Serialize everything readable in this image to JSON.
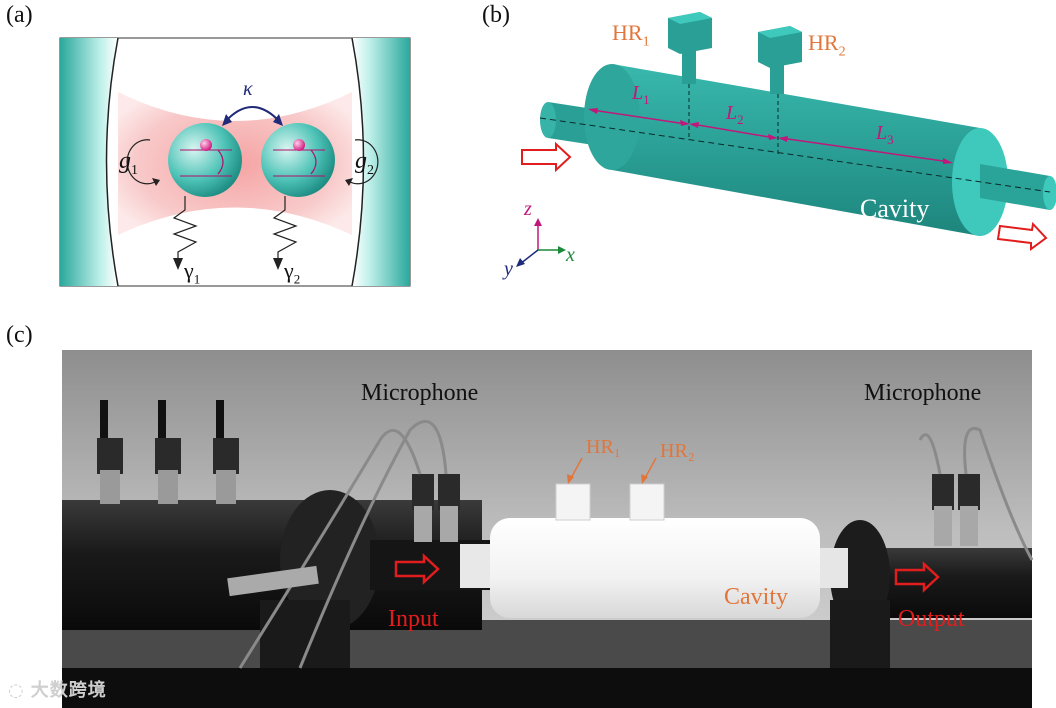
{
  "panel_a": {
    "label": "(a)",
    "kappa": "κ",
    "g1": "g",
    "g1_sub": "1",
    "g2": "g",
    "g2_sub": "2",
    "gamma1": "γ",
    "gamma1_sub": "1",
    "gamma2": "γ",
    "gamma2_sub": "2"
  },
  "panel_b": {
    "label": "(b)",
    "hr1": "HR",
    "hr1_sub": "1",
    "hr2": "HR",
    "hr2_sub": "2",
    "L1": "L",
    "L1_sub": "1",
    "L2": "L",
    "L2_sub": "2",
    "L3": "L",
    "L3_sub": "3",
    "cavity": "Cavity",
    "axis_z": "z",
    "axis_x": "x",
    "axis_y": "y"
  },
  "panel_c": {
    "label": "(c)",
    "microphone_left": "Microphone",
    "microphone_right": "Microphone",
    "hr1": "HR₁",
    "hr2": "HR₂",
    "input": "Input",
    "cavity": "Cavity",
    "output": "Output"
  },
  "watermark": "大数跨境",
  "colors": {
    "teal": "#2fbfb0",
    "teal_dark": "#1a8f84",
    "pink": "#f08e8e",
    "magenta": "#c0187a",
    "navy": "#1f2a78",
    "orange": "#e2763a",
    "red": "#e11d1d"
  }
}
